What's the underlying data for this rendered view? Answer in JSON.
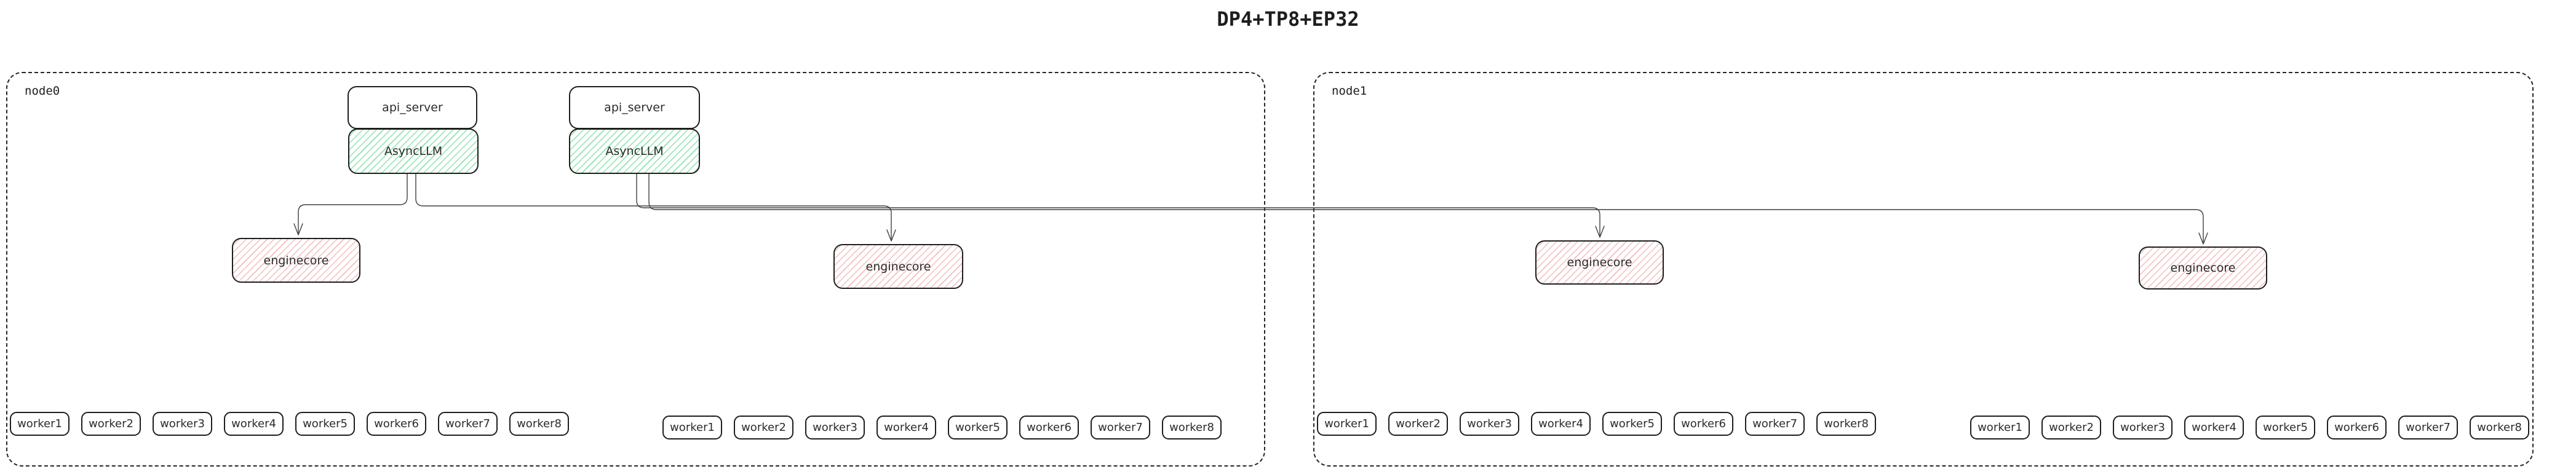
{
  "title": "DP4+TP8+EP32",
  "colors": {
    "background": "#ffffff",
    "box_border": "#1e1e1e",
    "node_border_dashed": "#262626",
    "green_hatch": "#8be3ae",
    "pink_hatch": "#f3bdbd",
    "connector": "#3f3f3f",
    "text": "#2b2b2b"
  },
  "nodes": [
    {
      "label": "node0"
    },
    {
      "label": "node1"
    }
  ],
  "stacks": [
    {
      "api_server_label": "api_server",
      "asyncllm_label": "AsyncLLM"
    },
    {
      "api_server_label": "api_server",
      "asyncllm_label": "AsyncLLM"
    }
  ],
  "enginecores": [
    {
      "label": "enginecore",
      "node": "node0"
    },
    {
      "label": "enginecore",
      "node": "node0"
    },
    {
      "label": "enginecore",
      "node": "node1"
    },
    {
      "label": "enginecore",
      "node": "node1"
    }
  ],
  "worker_groups": [
    {
      "node": "node0",
      "labels": [
        "worker1",
        "worker2",
        "worker3",
        "worker4",
        "worker5",
        "worker6",
        "worker7",
        "worker8"
      ]
    },
    {
      "node": "node0",
      "labels": [
        "worker1",
        "worker2",
        "worker3",
        "worker4",
        "worker5",
        "worker6",
        "worker7",
        "worker8"
      ]
    },
    {
      "node": "node1",
      "labels": [
        "worker1",
        "worker2",
        "worker3",
        "worker4",
        "worker5",
        "worker6",
        "worker7",
        "worker8"
      ]
    },
    {
      "node": "node1",
      "labels": [
        "worker1",
        "worker2",
        "worker3",
        "worker4",
        "worker5",
        "worker6",
        "worker7",
        "worker8"
      ]
    }
  ],
  "edges": [
    {
      "from": "AsyncLLM-1",
      "to": "enginecore-1"
    },
    {
      "from": "AsyncLLM-1",
      "to": "enginecore-2"
    },
    {
      "from": "AsyncLLM-2",
      "to": "enginecore-3"
    },
    {
      "from": "AsyncLLM-2",
      "to": "enginecore-4"
    }
  ]
}
